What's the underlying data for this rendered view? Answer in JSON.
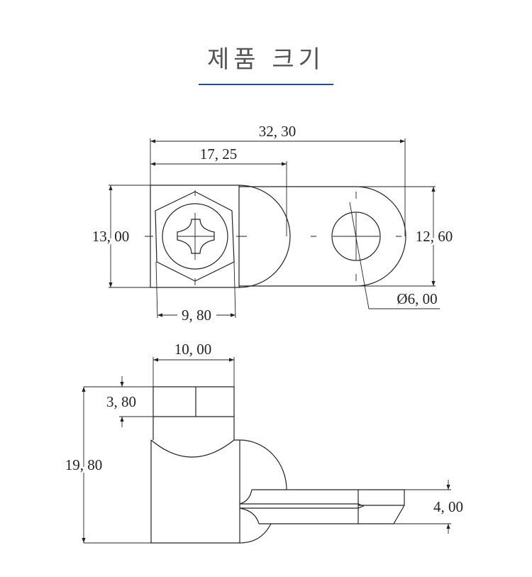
{
  "header": {
    "title": "제품 크기",
    "accent_color": "#1f4e9a"
  },
  "top_view": {
    "overall_length": "32, 30",
    "head_section_length": "17, 25",
    "head_height": "13, 00",
    "tab_height": "12, 60",
    "hex_width": "9, 80",
    "hole_diameter": "Ø6, 00"
  },
  "side_view": {
    "nut_width": "10, 00",
    "nut_height": "3, 80",
    "total_height": "19, 80",
    "tab_thickness": "4, 00"
  }
}
